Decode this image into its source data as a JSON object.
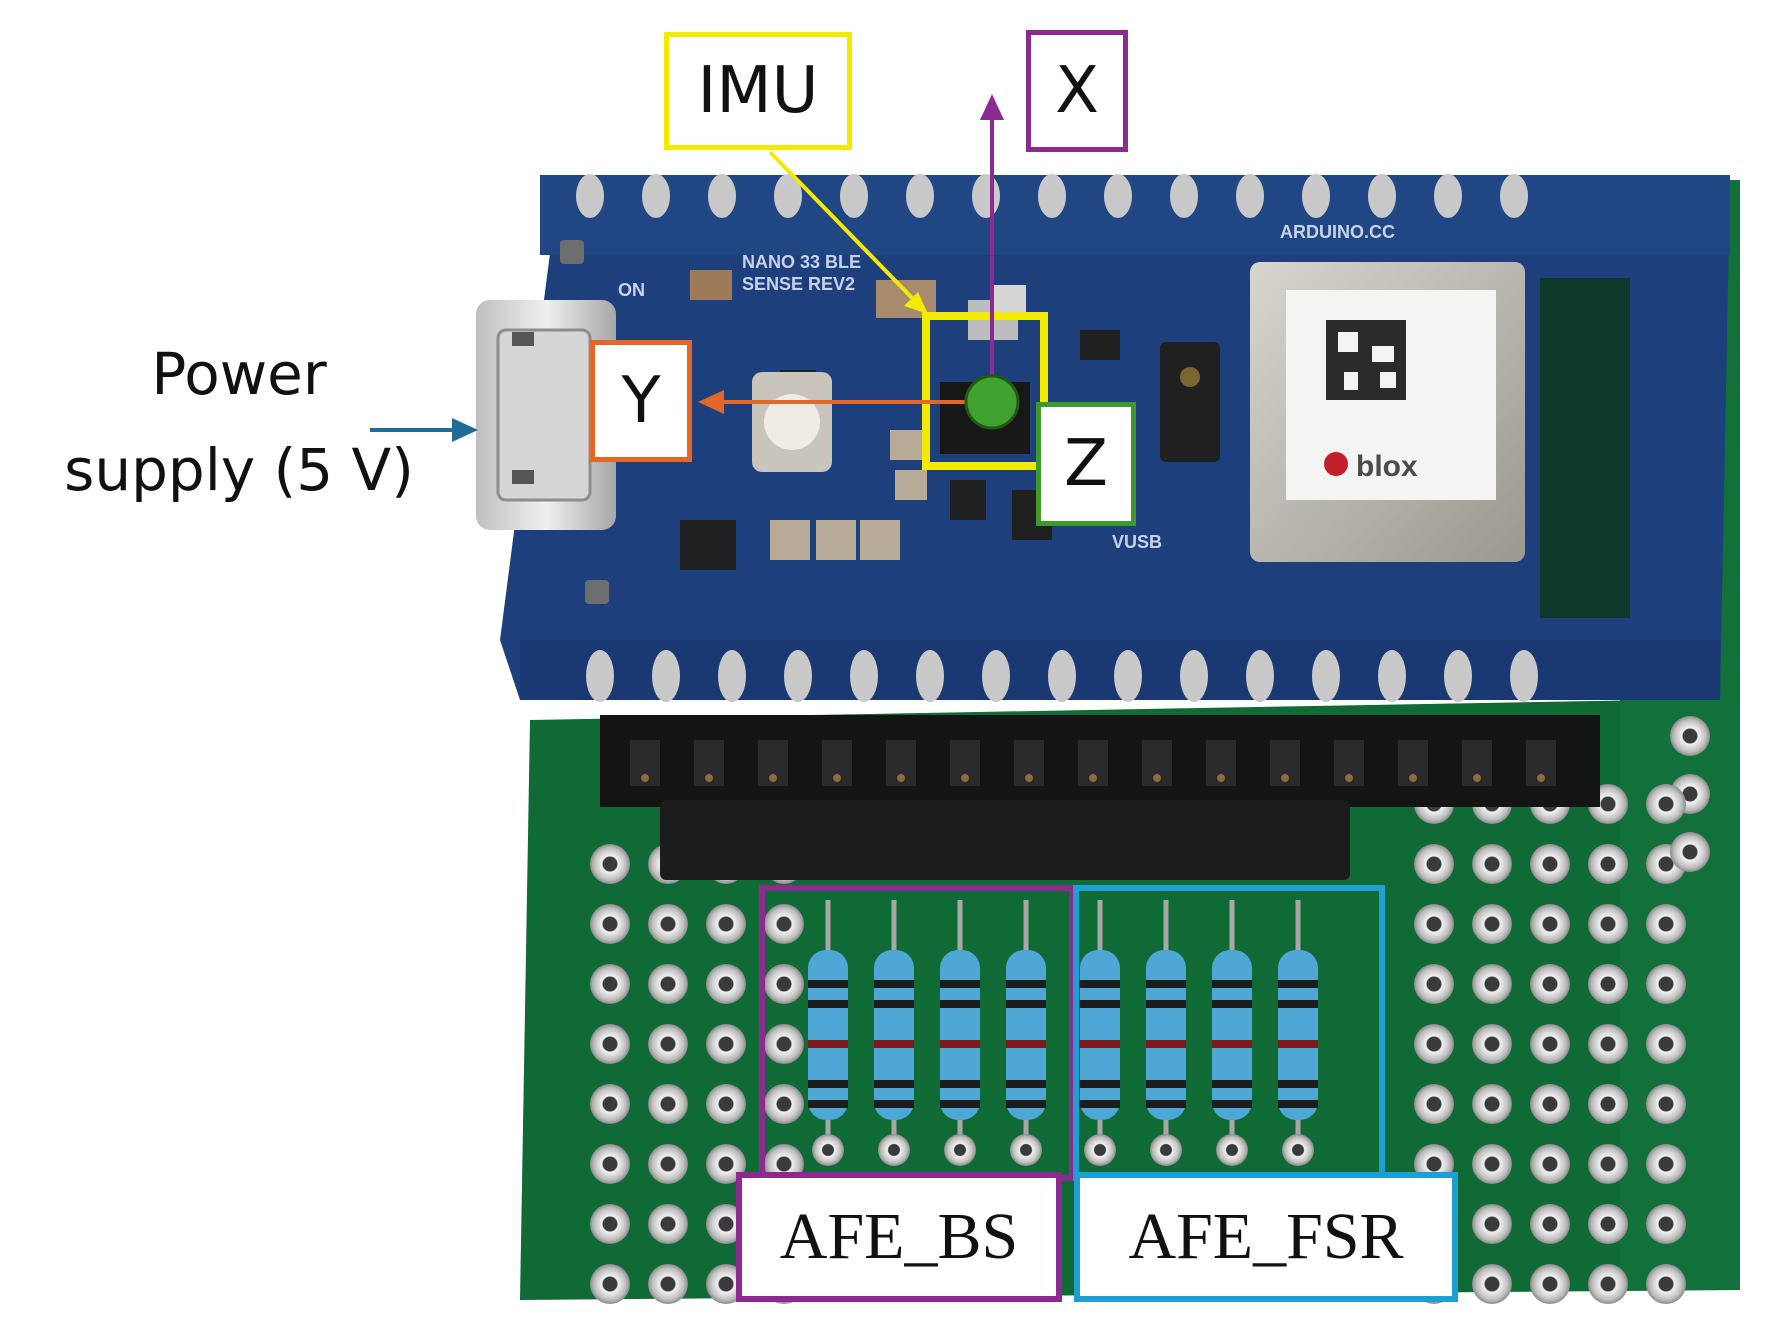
{
  "labels": {
    "imu": "IMU",
    "x_axis": "X",
    "y_axis": "Y",
    "z_axis": "Z",
    "afe_bs": "AFE_BS",
    "afe_fsr": "AFE_FSR",
    "power_line1": "Power",
    "power_line2": "supply (5 V)"
  },
  "board_text": {
    "silkscreen_1": "NANO 33 BLE",
    "silkscreen_2": "SENSE REV2",
    "brand": "ARDUINO.CC",
    "on": "ON",
    "vusb": "VUSB",
    "module_brand": "blox"
  },
  "colors": {
    "imu": "#f2ea00",
    "x_axis": "#8b2a8f",
    "y_axis": "#e4672a",
    "z_axis": "#3f9a2e",
    "afe_bs": "#8b2a8f",
    "afe_fsr": "#1e9fd4",
    "power_arrow": "#1f6d96",
    "board_blue": "#1d3f7c",
    "perfboard_green": "#0f6a35"
  }
}
